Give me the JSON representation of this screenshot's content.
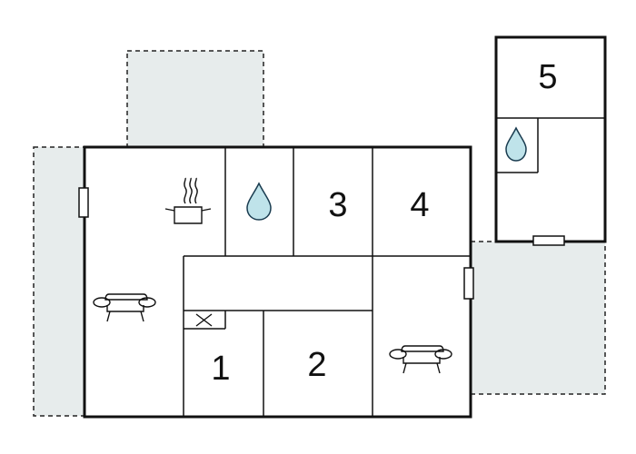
{
  "rooms": {
    "r1": "1",
    "r2": "2",
    "r3": "3",
    "r4": "4",
    "r5": "5"
  },
  "icons": {
    "kitchen": "cooking-pot-icon",
    "bathroom": "water-drop-icon",
    "living": "sofa-icon",
    "stove": "stove-icon",
    "window": "window-icon"
  },
  "colors": {
    "terrace": "#e7ecec",
    "drop_fill": "#bfe3ea",
    "wall": "#111111"
  }
}
